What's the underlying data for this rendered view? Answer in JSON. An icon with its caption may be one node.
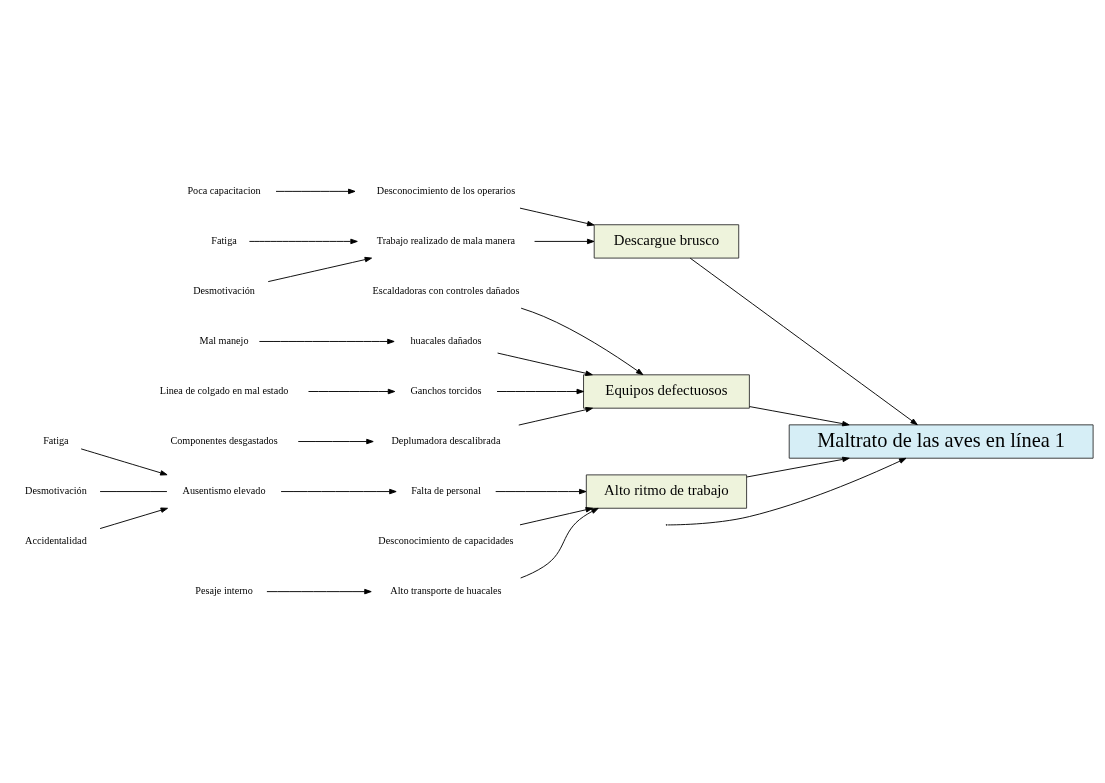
{
  "diagram": {
    "nodes": [
      {
        "text": [
          "Maltrato de las aves en línea 1"
        ]
      },
      {
        "text": [
          "Descargue brusco"
        ]
      },
      {
        "text": [
          "Equipos defectuosos"
        ]
      },
      {
        "text": [
          "Alto ritmo de trabajo"
        ]
      },
      {
        "text": [
          "Poca capacitacion"
        ]
      },
      {
        "text": [
          "Desconocimiento de los operarios"
        ]
      },
      {
        "text": [
          "Fatiga"
        ]
      },
      {
        "text": [
          "Trabajo realizado de mala manera"
        ]
      },
      {
        "text": [
          "Desmotivación"
        ]
      },
      {
        "text": [
          "Escaldadoras con controles dañados"
        ]
      },
      {
        "text": [
          "Mal manejo"
        ]
      },
      {
        "text": [
          "huacales dañados"
        ]
      },
      {
        "text": [
          "Linea de colgado en mal estado"
        ]
      },
      {
        "text": [
          "Ganchos torcidos"
        ]
      },
      {
        "text": [
          "Componentes desgastados"
        ]
      },
      {
        "text": [
          "Deplumadora descalibrada"
        ]
      },
      {
        "text": [
          "Falta de personal"
        ]
      },
      {
        "text": [
          "Fatiga"
        ]
      },
      {
        "text": [
          "Desmotivación"
        ]
      },
      {
        "text": [
          "Accidentalidad"
        ]
      },
      {
        "text": [
          "Ausentismo elevado"
        ]
      },
      {
        "text": [
          "Desconocimiento de capacidades"
        ]
      },
      {
        "text": [
          "Pesaje interno"
        ]
      },
      {
        "text": [
          "Alto transporte de huacales"
        ]
      }
    ],
    "edges": [
      {
        "from": null,
        "to": 0,
        "arrow": "to"
      },
      {
        "from": 1,
        "to": 0,
        "arrow": "to"
      },
      {
        "from": 2,
        "to": 0,
        "arrow": "to"
      },
      {
        "from": 3,
        "to": 0,
        "arrow": "to"
      },
      {
        "from": 4,
        "to": 5,
        "arrow": "to"
      },
      {
        "from": 5,
        "to": 1,
        "arrow": "to"
      },
      {
        "from": 6,
        "to": 7,
        "arrow": "to"
      },
      {
        "from": 7,
        "to": 1,
        "arrow": "to"
      },
      {
        "from": 8,
        "to": 7,
        "arrow": "to"
      },
      {
        "from": 9,
        "to": 2,
        "arrow": "to"
      },
      {
        "from": 10,
        "to": 11,
        "arrow": "to"
      },
      {
        "from": 11,
        "to": 2,
        "arrow": "to"
      },
      {
        "from": 12,
        "to": 13,
        "arrow": "to"
      },
      {
        "from": 13,
        "to": 2,
        "arrow": "to"
      },
      {
        "from": 14,
        "to": 15,
        "arrow": "to"
      },
      {
        "from": 15,
        "to": 2,
        "arrow": "to"
      },
      {
        "from": 16,
        "to": 3,
        "arrow": "to"
      },
      {
        "from": 17,
        "to": 20,
        "arrow": "to"
      },
      {
        "from": 18,
        "to": 20,
        "arrow": "none"
      },
      {
        "from": 19,
        "to": 20,
        "arrow": "to"
      },
      {
        "from": 20,
        "to": 16,
        "arrow": "to"
      },
      {
        "from": 21,
        "to": 3,
        "arrow": "to"
      },
      {
        "from": 22,
        "to": 23,
        "arrow": "to"
      },
      {
        "from": 23,
        "to": 3,
        "arrow": "to"
      }
    ]
  }
}
